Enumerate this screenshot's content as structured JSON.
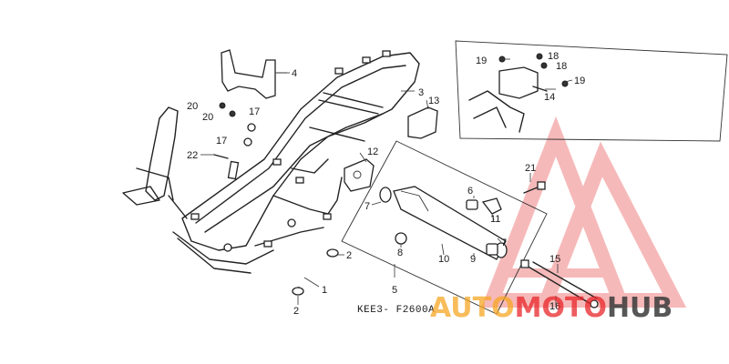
{
  "diagram_code": "KEE3- F2600A",
  "callouts": [
    {
      "id": "c1",
      "text": "1"
    },
    {
      "id": "c2a",
      "text": "2"
    },
    {
      "id": "c2b",
      "text": "2"
    },
    {
      "id": "c3",
      "text": "3"
    },
    {
      "id": "c4",
      "text": "4"
    },
    {
      "id": "c5",
      "text": "5"
    },
    {
      "id": "c6",
      "text": "6"
    },
    {
      "id": "c7a",
      "text": "7"
    },
    {
      "id": "c7b",
      "text": "7"
    },
    {
      "id": "c8",
      "text": "8"
    },
    {
      "id": "c9",
      "text": "9"
    },
    {
      "id": "c10",
      "text": "10"
    },
    {
      "id": "c11",
      "text": "11"
    },
    {
      "id": "c12",
      "text": "12"
    },
    {
      "id": "c13",
      "text": "13"
    },
    {
      "id": "c14",
      "text": "14"
    },
    {
      "id": "c15",
      "text": "15"
    },
    {
      "id": "c16",
      "text": "16"
    },
    {
      "id": "c17a",
      "text": "17"
    },
    {
      "id": "c17b",
      "text": "17"
    },
    {
      "id": "c18a",
      "text": "18"
    },
    {
      "id": "c18b",
      "text": "18"
    },
    {
      "id": "c19a",
      "text": "19"
    },
    {
      "id": "c19b",
      "text": "19"
    },
    {
      "id": "c20a",
      "text": "20"
    },
    {
      "id": "c20b",
      "text": "20"
    },
    {
      "id": "c21",
      "text": "21"
    },
    {
      "id": "c22",
      "text": "22"
    }
  ],
  "watermark": {
    "part1": "AUTO",
    "part2": "MOTO",
    "part3": "HUB",
    "color_orange": "#f5a623",
    "color_red": "#e8262a",
    "color_dark": "#3a3a3a"
  }
}
